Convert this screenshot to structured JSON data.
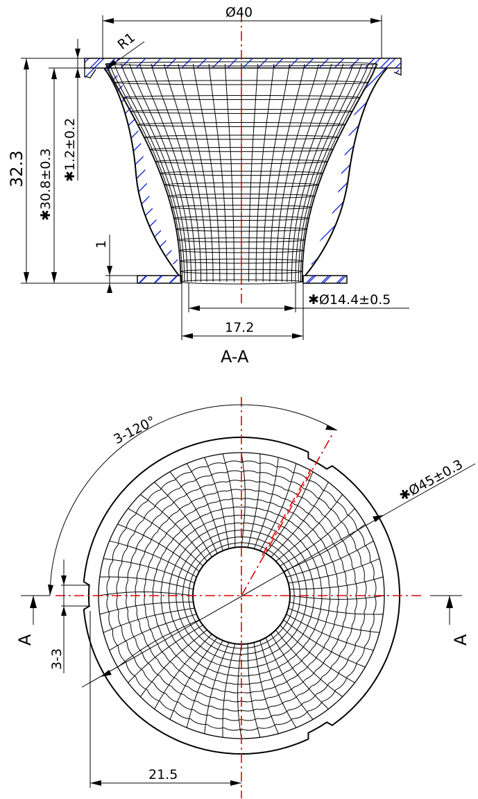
{
  "section_view": {
    "title": "A-A",
    "dims": {
      "top_diameter": "Ø40",
      "radius": "R1",
      "height_total": "32.3",
      "height_inner": "✱30.8±0.3",
      "flange_thickness": "✱1.2±0.2",
      "base_step": "1",
      "bottom_diameter": "✱Ø14.4±0.5",
      "base_width": "17.2"
    }
  },
  "top_view": {
    "dims": {
      "angle": "3-120°",
      "outer_diameter": "✱Ø45±0.3",
      "notch": "3-3",
      "section_marker_left": "A",
      "section_marker_right": "A",
      "radius_offset": "21.5"
    }
  },
  "colors": {
    "outline": "#000000",
    "centerline": "#e00000",
    "hatch": "#1a2bd6"
  }
}
